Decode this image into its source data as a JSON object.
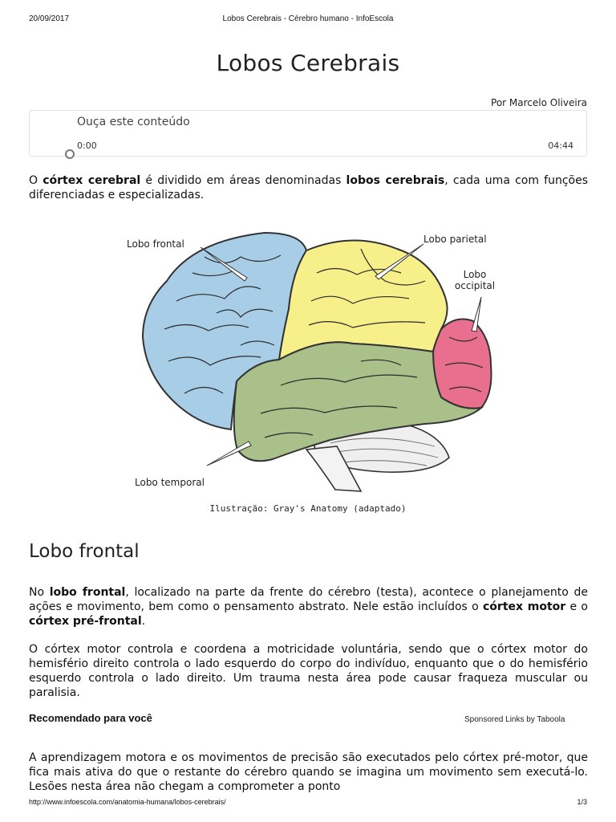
{
  "print_header": {
    "date": "20/09/2017",
    "page_title": "Lobos Cerebrais - Cérebro humano - InfoEscola"
  },
  "article": {
    "title": "Lobos Cerebrais",
    "author": "Por Marcelo Oliveira"
  },
  "audio_player": {
    "title": "Ouça este conteúdo",
    "current_time": "0:00",
    "duration": "04:44",
    "progress": 0
  },
  "intro": {
    "t1": "O ",
    "b1": "córtex cerebral",
    "t2": " é dividido em áreas denominadas ",
    "b2": "lobos cerebrais",
    "t3": ", cada uma com funções diferenciadas e especializadas."
  },
  "figure": {
    "labels": {
      "frontal": "Lobo frontal",
      "parietal": "Lobo parietal",
      "occipital_line1": "Lobo",
      "occipital_line2": "occipital",
      "temporal": "Lobo temporal"
    },
    "colors": {
      "frontal": "#a8cde6",
      "parietal": "#f6ef8a",
      "occipital": "#e8708e",
      "temporal": "#a9c08a"
    },
    "caption": "Ilustração: Gray's Anatomy (adaptado)"
  },
  "section_frontal": {
    "title": "Lobo frontal",
    "p1": {
      "t1": "No ",
      "b1": "lobo frontal",
      "t2": ", localizado na parte da frente do cérebro (testa), acontece o planejamento de ações e movimento, bem como o pensamento abstrato. Nele estão incluídos o ",
      "b2": "córtex motor",
      "t3": " e o ",
      "b3": "córtex pré-frontal",
      "t4": "."
    },
    "p2": "O córtex motor controla e coordena a motricidade voluntária, sendo que o córtex motor do hemisfério direito controla o lado esquerdo do corpo do indivíduo, enquanto que o do hemisfério esquerdo controla o lado direito. Um trauma nesta área pode causar fraqueza muscular ou paralisia.",
    "p3": "A aprendizagem motora e os movimentos de precisão são executados pelo córtex pré-motor, que fica mais ativa do que o restante do cérebro quando se imagina um movimento sem executá-lo. Lesões nesta área não chegam a comprometer a ponto"
  },
  "recommended": {
    "title": "Recomendado para você",
    "sponsored": "Sponsored Links by Taboola"
  },
  "print_footer": {
    "url": "http://www.infoescola.com/anatomia-humana/lobos-cerebrais/",
    "page": "1/3"
  }
}
